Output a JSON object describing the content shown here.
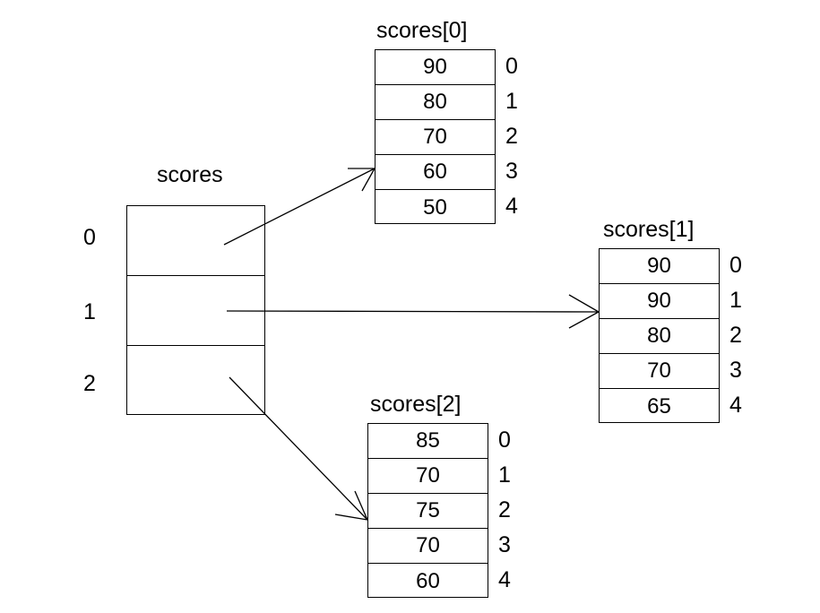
{
  "diagram": {
    "title": "scores",
    "outer_array": {
      "name": "scores",
      "label": "scores",
      "indices": [
        "0",
        "1",
        "2"
      ],
      "cells": [
        "",
        "",
        ""
      ]
    },
    "inner_arrays": [
      {
        "name": "scores[0]",
        "label": "scores[0]",
        "values": [
          "90",
          "80",
          "70",
          "60",
          "50"
        ],
        "indices": [
          "0",
          "1",
          "2",
          "3",
          "4"
        ]
      },
      {
        "name": "scores[1]",
        "label": "scores[1]",
        "values": [
          "90",
          "90",
          "80",
          "70",
          "65"
        ],
        "indices": [
          "0",
          "1",
          "2",
          "3",
          "4"
        ]
      },
      {
        "name": "scores[2]",
        "label": "scores[2]",
        "values": [
          "85",
          "70",
          "75",
          "70",
          "60"
        ],
        "indices": [
          "0",
          "1",
          "2",
          "3",
          "4"
        ]
      }
    ],
    "colors": {
      "stroke": "#000000",
      "background": "#ffffff",
      "text": "#000000"
    }
  }
}
